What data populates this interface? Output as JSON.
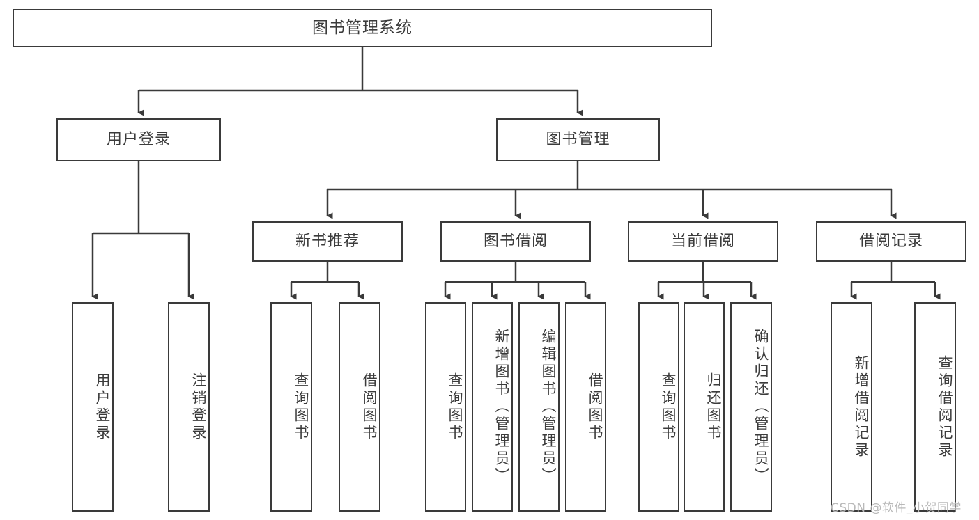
{
  "diagram": {
    "title": "图书管理系统",
    "watermark": "CSDN @软件_小贺同学",
    "colors": {
      "box_border": "#3a3a3a",
      "box_fill": "#ffffff",
      "text": "#3b3b3b",
      "line": "#3a3a3a",
      "watermark": "#b9b9b9",
      "background": "#ffffff"
    },
    "root": {
      "label": "图书管理系统"
    },
    "level1": [
      {
        "label": "用户登录"
      },
      {
        "label": "图书管理"
      }
    ],
    "level2": [
      {
        "label": "新书推荐"
      },
      {
        "label": "图书借阅"
      },
      {
        "label": "当前借阅"
      },
      {
        "label": "借阅记录"
      }
    ],
    "leaves": {
      "user_login": [
        {
          "label": "用户登录"
        },
        {
          "label": "注销登录"
        }
      ],
      "new_book_recommend": [
        {
          "label": "查询图书"
        },
        {
          "label": "借阅图书"
        }
      ],
      "book_borrow": [
        {
          "label": "查询图书"
        },
        {
          "label": "新增图书（管理员）"
        },
        {
          "label": "编辑图书（管理员）"
        },
        {
          "label": "借阅图书"
        }
      ],
      "current_borrow": [
        {
          "label": "查询图书"
        },
        {
          "label": "归还图书"
        },
        {
          "label": "确认归还（管理员）"
        }
      ],
      "borrow_record": [
        {
          "label": "新增借阅记录"
        },
        {
          "label": "查询借阅记录"
        }
      ]
    }
  }
}
